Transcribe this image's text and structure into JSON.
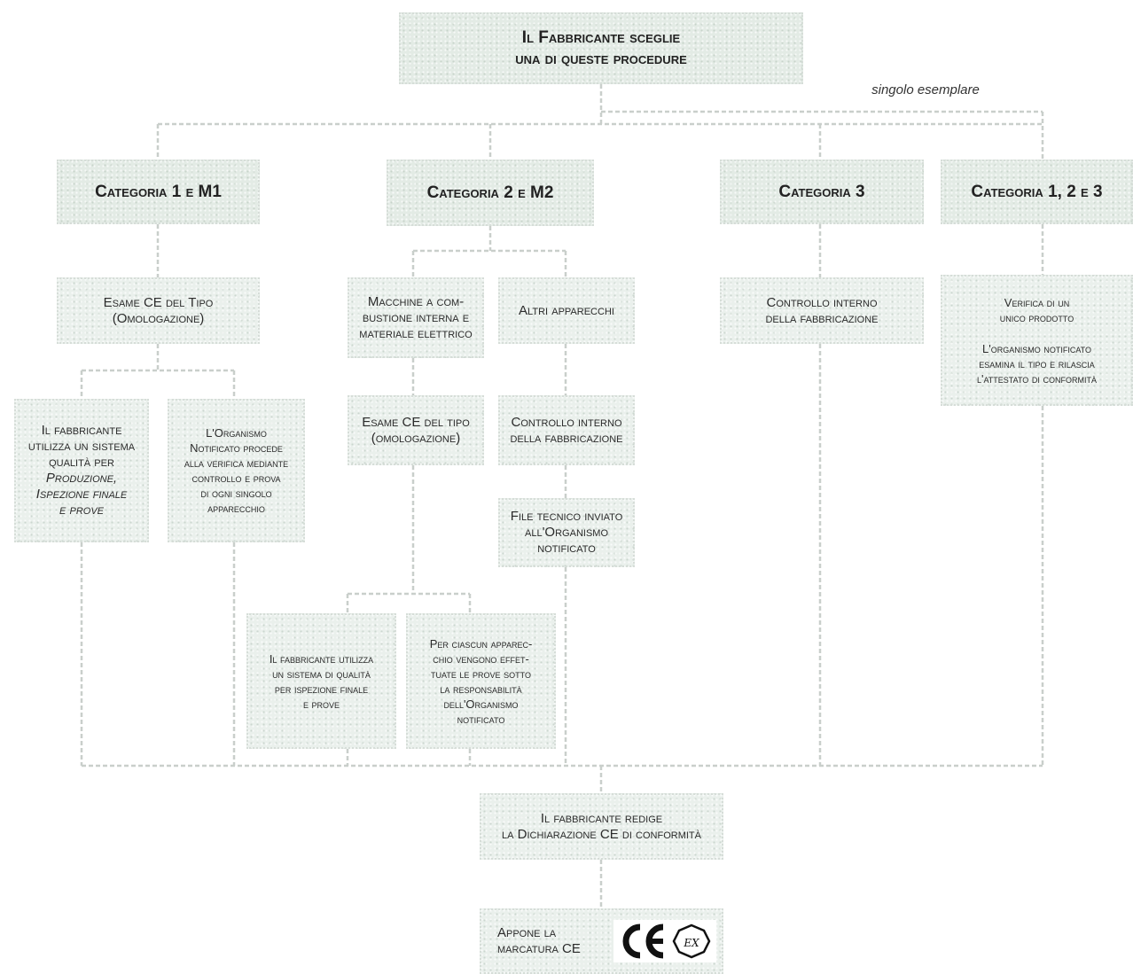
{
  "top": {
    "line1": "Il Fabbricante sceglie",
    "line2": "una di queste procedure"
  },
  "note": "singolo esemplare",
  "categories": {
    "cat1": "Categoria 1 e M1",
    "cat2": "Categoria 2 e M2",
    "cat3": "Categoria 3",
    "cat123": "Categoria 1, 2 e 3"
  },
  "col1": {
    "esame": [
      "Esame CE del Tipo",
      "(Omologazione)"
    ],
    "qualita": [
      "Il fabbricante",
      "utilizza un sistema",
      "qualità per"
    ],
    "qualita_italic": [
      "Produzione,",
      "Ispezione finale",
      "e prove"
    ],
    "organismo": [
      "L'Organismo",
      "Notificato procede",
      "alla verifica mediante",
      "controllo e prova",
      "di ogni singolo",
      "apparecchio"
    ]
  },
  "col2": {
    "macchine": [
      "Macchine a com-",
      "bustione interna e",
      "materiale elettrico"
    ],
    "altri": "Altri apparecchi",
    "esame": [
      "Esame CE del tipo",
      "(omologazione)"
    ],
    "controllo": [
      "Controllo interno",
      "della fabbricazione"
    ],
    "file": [
      "File tecnico inviato",
      "all'Organismo",
      "notificato"
    ],
    "qualita": [
      "Il fabbricante utilizza",
      "un sistema di qualità",
      "per ispezione finale",
      "e prove"
    ],
    "prove": [
      "Per ciascun apparec-",
      "chio vengono effet-",
      "tuate le prove sotto",
      "la responsabilità",
      "dell'Organismo",
      "notificato"
    ]
  },
  "col3": {
    "controllo": [
      "Controllo interno",
      "della fabbricazione"
    ]
  },
  "col4": {
    "verifica": [
      "Verifica di un",
      "unico prodotto"
    ],
    "rilascia": [
      "L'organismo notificato",
      "esamina il tipo e rilascia",
      "l'attestato di conformità"
    ]
  },
  "bottom": {
    "redige": [
      "Il fabbricante redige",
      "la Dichiarazione CE di conformità"
    ],
    "appone": [
      "Appone la",
      "marcatura CE"
    ]
  },
  "marks": {
    "ce_icon": "CE",
    "ex_icon": "Ex"
  }
}
